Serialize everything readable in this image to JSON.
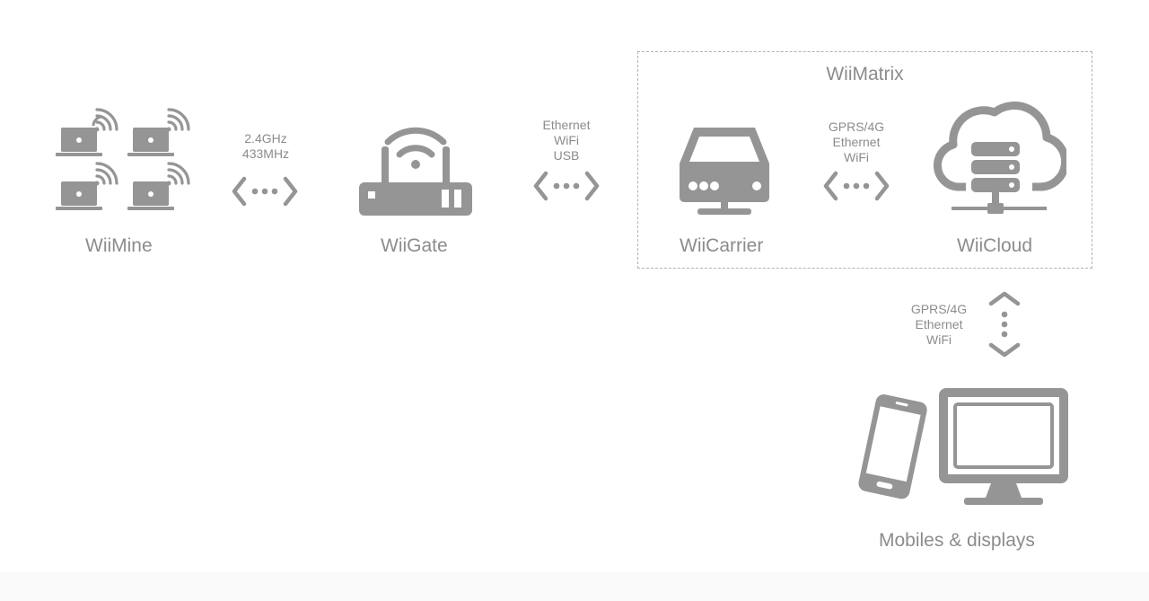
{
  "nodes": {
    "wiimine": "WiiMine",
    "wiigate": "WiiGate",
    "wiicarrier": "WiiCarrier",
    "wiicloud": "WiiCloud",
    "displays": "Mobiles & displays"
  },
  "group": {
    "title": "WiiMatrix"
  },
  "links": {
    "mine_gate": [
      "2.4GHz",
      "433MHz"
    ],
    "gate_carrier": [
      "Ethernet",
      "WiFi",
      "USB"
    ],
    "carrier_cloud": [
      "GPRS/4G",
      "Ethernet",
      "WiFi"
    ],
    "cloud_displays": [
      "GPRS/4G",
      "Ethernet",
      "WiFi"
    ]
  },
  "icons": {
    "wiimine": "laptops-wifi-icon",
    "wiigate": "router-icon",
    "wiicarrier": "gateway-device-icon",
    "wiicloud": "cloud-server-icon",
    "displays": "phone-monitor-icon",
    "connector_horizontal": "double-arrow-horizontal-icon",
    "connector_vertical": "double-arrow-vertical-icon"
  },
  "colors": {
    "icon": "#959595",
    "text": "#8c8c8c",
    "dashed_border": "#b3b3b3"
  }
}
